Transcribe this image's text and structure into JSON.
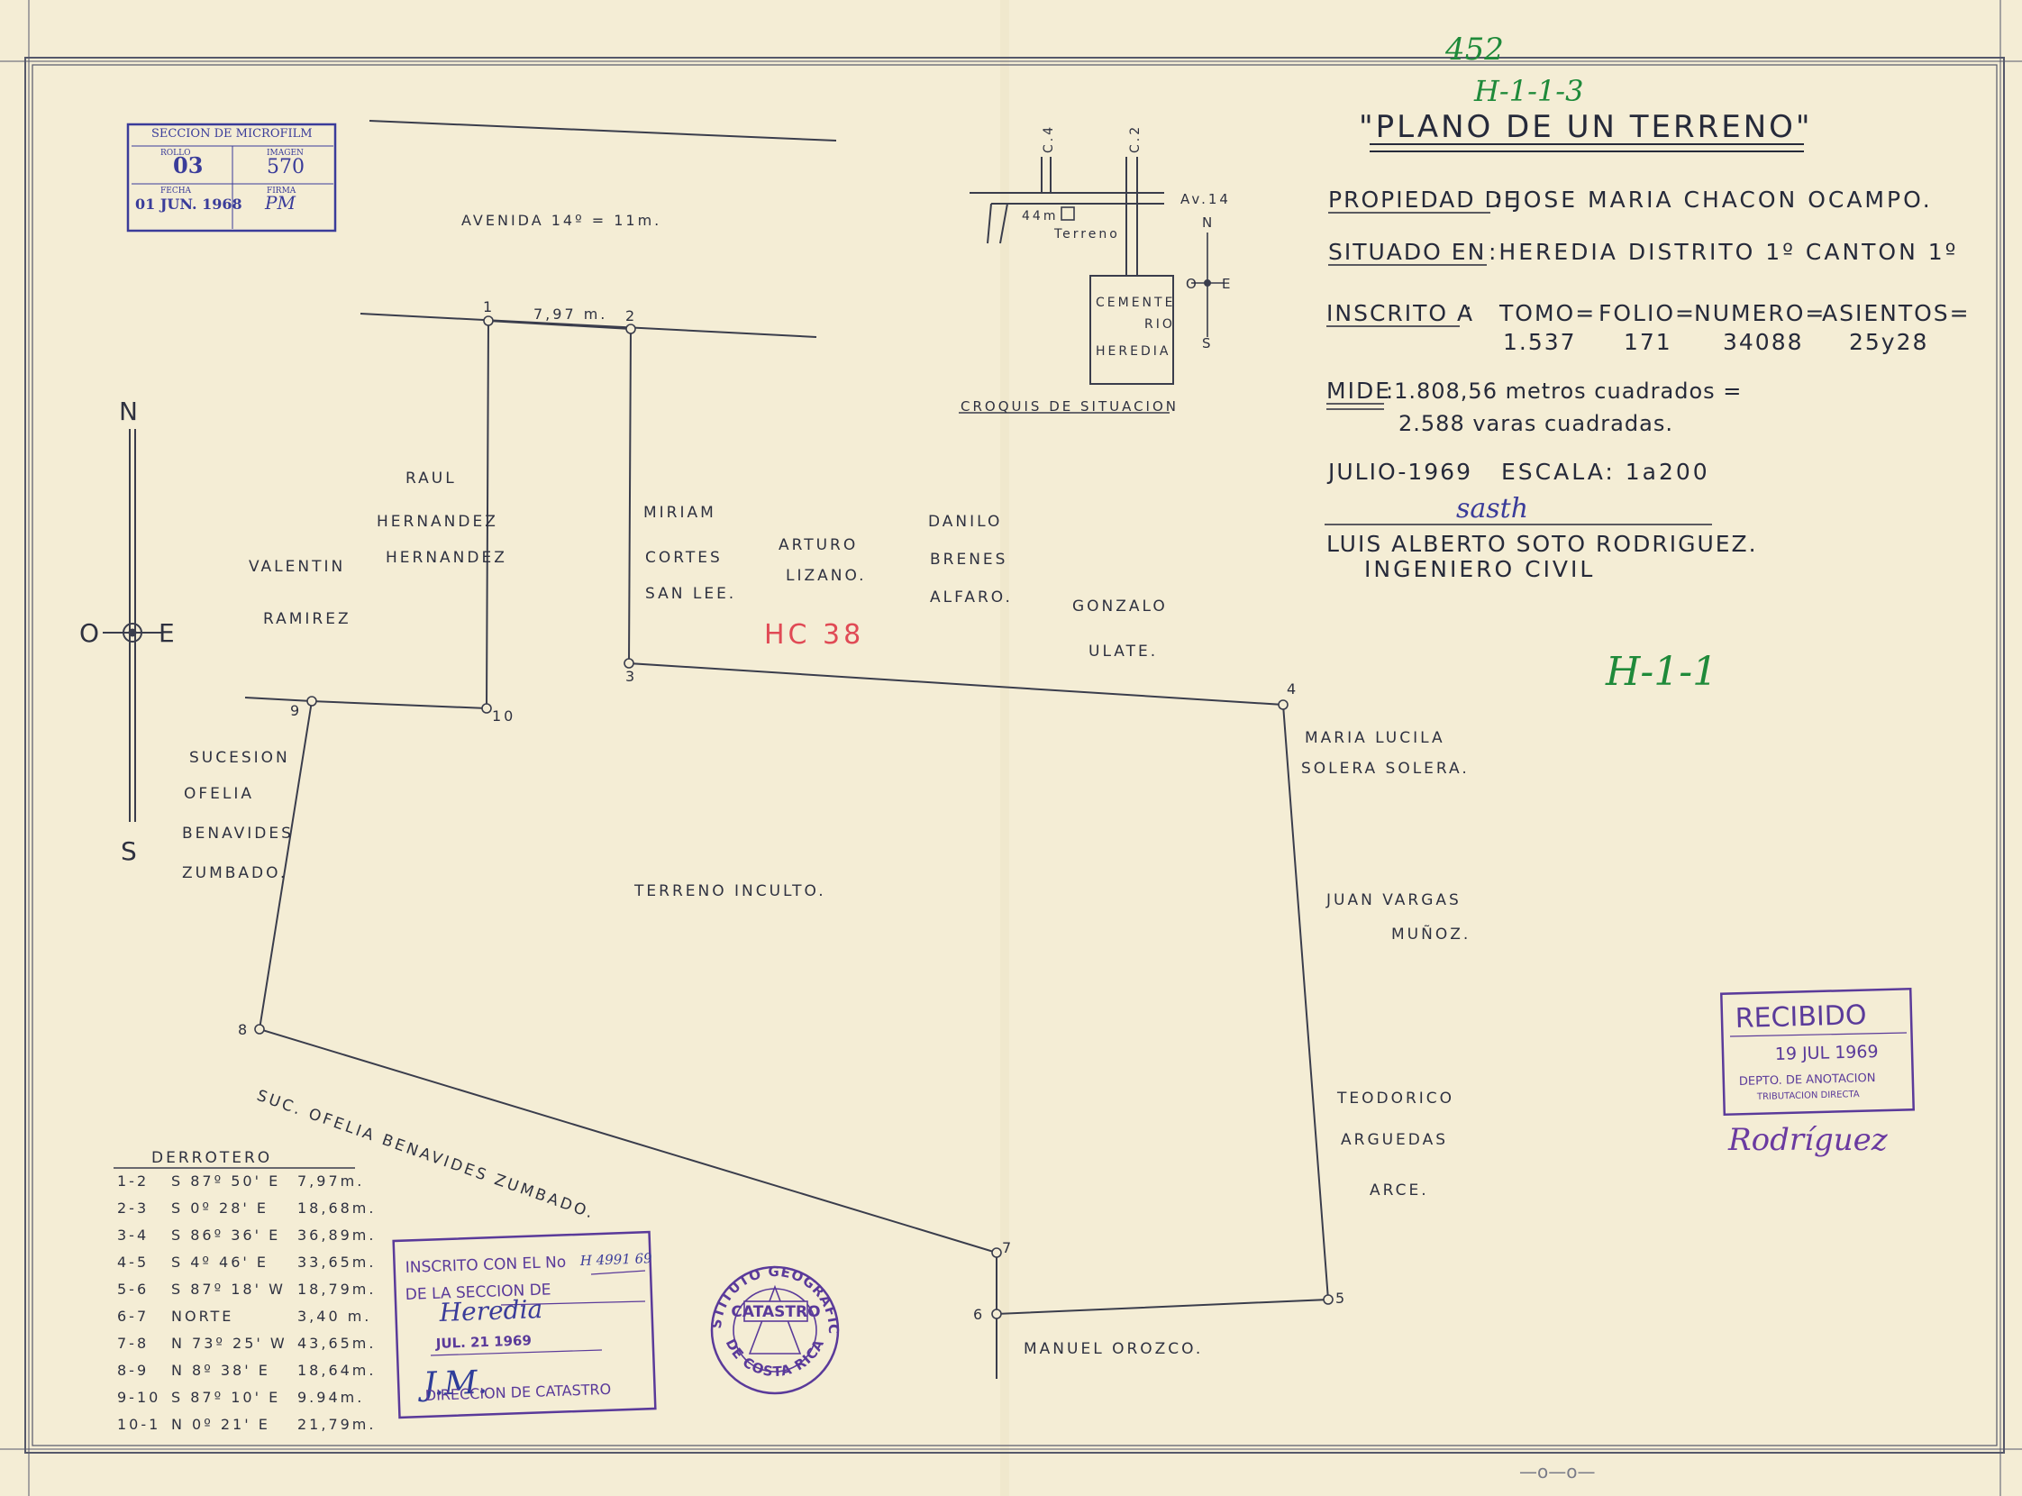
{
  "header": {
    "ref_number": "452",
    "ref_code": "H-1-1-3",
    "title": "\"PLANO DE UN TERRENO\"",
    "propiedad_label": "PROPIEDAD DE",
    "propiedad_value": ": JOSE MARIA CHACON OCAMPO.",
    "situado_label": "SITUADO EN",
    "situado_value": ":HEREDIA DISTRITO 1º CANTON 1º",
    "inscrito_label": "INSCRITO A",
    "inscrito_colon": ":",
    "tomo_label": "TOMO=",
    "tomo_value": "1.537",
    "folio_label": "FOLIO=",
    "folio_value": "171",
    "numero_label": "NUMERO=",
    "numero_value": "34088",
    "asientos_label": "ASIENTOS=",
    "asientos_value": "25y28",
    "mide_label": "MIDE",
    "mide_line1": ":1.808,56 metros cuadrados =",
    "mide_line2": "2.588 varas cuadradas.",
    "fecha": "JULIO-1969",
    "escala": "ESCALA: 1a200",
    "engineer_name": "LUIS ALBERTO SOTO RODRIGUEZ.",
    "engineer_title": "INGENIERO CIVIL"
  },
  "annotations": {
    "green_code": "H-1-1",
    "red_code": "HC 38",
    "footer_mark": "—o—o—"
  },
  "compass": {
    "n": "N",
    "s": "S",
    "o": "O",
    "e": "E"
  },
  "sketch": {
    "street_c4": "C.4",
    "street_c2": "C.2",
    "avenue": "Av.14",
    "distance": "44m",
    "terreno": "Terreno",
    "cemetery_l1": "CEMENTE",
    "cemetery_l2": "RIO",
    "cemetery_l3": "HEREDIA",
    "n": "N",
    "s": "S",
    "o": "O",
    "e": "E",
    "caption": "CROQUIS DE SITUACION"
  },
  "plan": {
    "avenue_label": "AVENIDA 14º = 11m.",
    "front_measure": "7,97 m.",
    "vertex_labels": [
      "1",
      "2",
      "3",
      "4",
      "5",
      "6",
      "7",
      "8",
      "9",
      "10"
    ],
    "neighbors": {
      "raul_1": "RAUL",
      "raul_2": "HERNANDEZ",
      "raul_3": "HERNANDEZ",
      "valentin_1": "VALENTIN",
      "valentin_2": "RAMIREZ",
      "miriam_1": "MIRIAM",
      "miriam_2": "CORTES",
      "miriam_3": "SAN LEE.",
      "arturo_1": "ARTURO",
      "arturo_2": "LIZANO.",
      "danilo_1": "DANILO",
      "danilo_2": "BRENES",
      "danilo_3": "ALFARO.",
      "gonzalo_1": "GONZALO",
      "gonzalo_2": "ULATE.",
      "maria_1": "MARIA LUCILA",
      "maria_2": "SOLERA SOLERA.",
      "sucesion_1": "SUCESION",
      "sucesion_2": "OFELIA",
      "sucesion_3": "BENAVIDES",
      "sucesion_4": "ZUMBADO.",
      "juan_1": "JUAN VARGAS",
      "juan_2": "MUÑOZ.",
      "teodorico_1": "TEODORICO",
      "teodorico_2": "ARGUEDAS",
      "teodorico_3": "ARCE.",
      "manuel": "MANUEL OROZCO.",
      "suc_diag": "SUC. OFELIA BENAVIDES ZUMBADO."
    },
    "parcel_label": "TERRENO INCULTO."
  },
  "derrotero": {
    "title": "DERROTERO",
    "rows": [
      {
        "seg": "1-2",
        "bearing": "S 87º 50' E",
        "dist": "7,97m."
      },
      {
        "seg": "2-3",
        "bearing": "S 0º 28' E",
        "dist": "18,68m."
      },
      {
        "seg": "3-4",
        "bearing": "S 86º 36' E",
        "dist": "36,89m."
      },
      {
        "seg": "4-5",
        "bearing": "S 4º 46' E",
        "dist": "33,65m."
      },
      {
        "seg": "5-6",
        "bearing": "S 87º 18' W",
        "dist": "18,79m."
      },
      {
        "seg": "6-7",
        "bearing": "NORTE",
        "dist": "3,40 m."
      },
      {
        "seg": "7-8",
        "bearing": "N 73º 25' W",
        "dist": "43,65m."
      },
      {
        "seg": "8-9",
        "bearing": "N 8º 38' E",
        "dist": "18,64m."
      },
      {
        "seg": "9-10",
        "bearing": "S 87º 10' E",
        "dist": "9.94m."
      },
      {
        "seg": "10-1",
        "bearing": "N 0º 21' E",
        "dist": "21,79m."
      }
    ]
  },
  "stamps": {
    "microfilm": {
      "title": "SECCION DE MICROFILM",
      "rollo_label": "ROLLO",
      "rollo": "03",
      "imagen_label": "IMAGEN",
      "imagen": "570",
      "fecha_label": "FECHA",
      "fecha": "01 JUN. 1968",
      "firma_label": "FIRMA",
      "firma": "PM"
    },
    "recibido": {
      "title": "RECIBIDO",
      "date": "19 JUL 1969",
      "line1": "DEPTO. DE ANOTACION",
      "line2": "TRIBUTACION DIRECTA",
      "signature": "Rodríguez"
    },
    "inscrito": {
      "line1": "INSCRITO CON EL No",
      "number": "H 4991 69",
      "line2": "DE LA SECCION DE",
      "section": "Heredia",
      "date": "JUL. 21 1969",
      "initials": "J.M.",
      "footer": "DIRECCION DE CATASTRO"
    },
    "instituto": {
      "top": "INSTITUTO GEOGRAFICO",
      "center": "CATASTRO",
      "bottom": "DE COSTA RICA"
    },
    "engineer_signature": "sasth"
  },
  "colors": {
    "paper": "#f4edd5",
    "ink": "#2e3140",
    "stamp_blue": "#3a3c9a",
    "stamp_violet": "#5a3a9a",
    "green": "#1f8a3a",
    "red": "#e04a55"
  }
}
